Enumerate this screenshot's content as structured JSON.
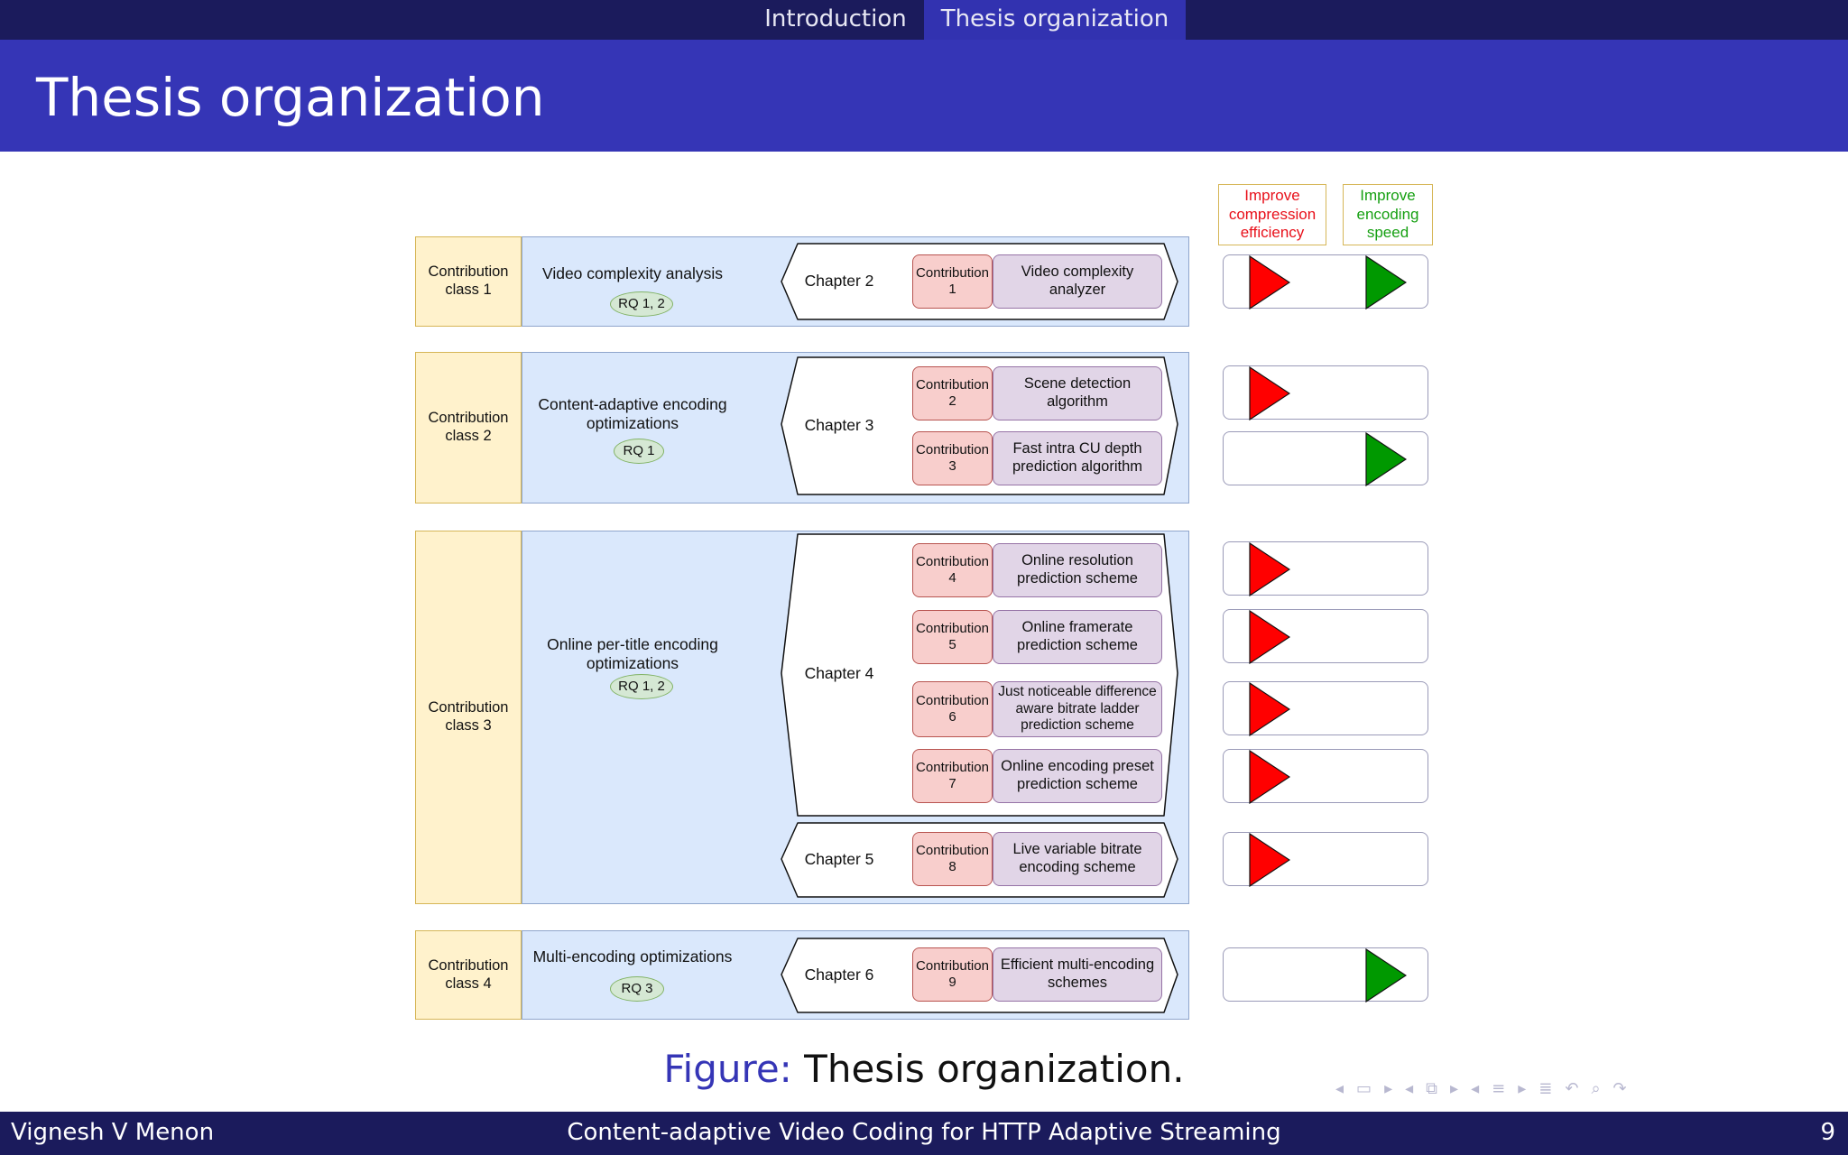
{
  "nav": {
    "sections": [
      "Introduction",
      "Thesis organization"
    ],
    "active_index": 1
  },
  "slide": {
    "title": "Thesis organization"
  },
  "goals": {
    "compression": "Improve compression efficiency",
    "speed": "Improve encoding speed"
  },
  "colors": {
    "compression": "#ff0000",
    "speed": "#009900",
    "accent": "#3535b6",
    "bar": "#1b1b5c"
  },
  "classes": [
    {
      "label": "Contribution class 1",
      "description": "Video complexity analysis",
      "rq": "RQ 1, 2",
      "chapters": [
        {
          "label": "Chapter 2",
          "contributions": [
            {
              "contribution": "Contribution 1",
              "title": "Video complexity analyzer",
              "compression": true,
              "speed": true
            }
          ]
        }
      ]
    },
    {
      "label": "Contribution class 2",
      "description": "Content-adaptive encoding optimizations",
      "rq": "RQ 1",
      "chapters": [
        {
          "label": "Chapter 3",
          "contributions": [
            {
              "contribution": "Contribution 2",
              "title": "Scene detection algorithm",
              "compression": true,
              "speed": false
            },
            {
              "contribution": "Contribution 3",
              "title": "Fast intra CU depth prediction algorithm",
              "compression": false,
              "speed": true
            }
          ]
        }
      ]
    },
    {
      "label": "Contribution class 3",
      "description": "Online per-title encoding optimizations",
      "rq": "RQ 1, 2",
      "chapters": [
        {
          "label": "Chapter 4",
          "contributions": [
            {
              "contribution": "Contribution 4",
              "title": "Online resolution prediction scheme",
              "compression": true,
              "speed": false
            },
            {
              "contribution": "Contribution 5",
              "title": "Online framerate prediction scheme",
              "compression": true,
              "speed": false
            },
            {
              "contribution": "Contribution 6",
              "title": "Just noticeable difference aware bitrate ladder prediction scheme",
              "compression": true,
              "speed": false
            },
            {
              "contribution": "Contribution 7",
              "title": "Online encoding preset prediction scheme",
              "compression": true,
              "speed": false
            }
          ]
        },
        {
          "label": "Chapter 5",
          "contributions": [
            {
              "contribution": "Contribution 8",
              "title": "Live variable bitrate encoding scheme",
              "compression": true,
              "speed": false
            }
          ]
        }
      ]
    },
    {
      "label": "Contribution class 4",
      "description": "Multi-encoding optimizations",
      "rq": "RQ 3",
      "chapters": [
        {
          "label": "Chapter 6",
          "contributions": [
            {
              "contribution": "Contribution 9",
              "title": "Efficient multi-encoding schemes",
              "compression": false,
              "speed": true
            }
          ]
        }
      ]
    }
  ],
  "caption": {
    "prefix": "Figure:",
    "text": "Thesis organization."
  },
  "footer": {
    "author": "Vignesh V Menon",
    "talk": "Content-adaptive Video Coding for HTTP Adaptive Streaming",
    "page": "9"
  }
}
